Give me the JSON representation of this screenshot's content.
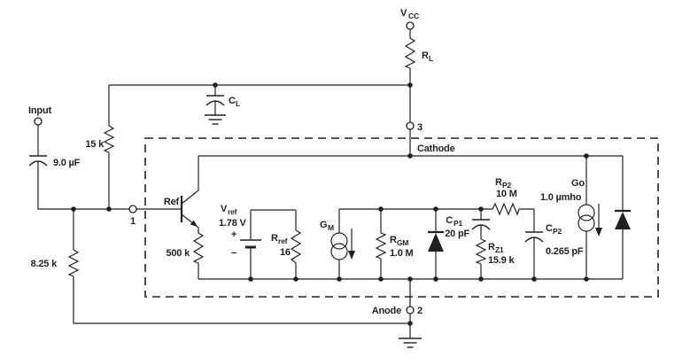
{
  "colors": {
    "ink": "#231f20",
    "background": "#ffffff"
  },
  "terminals": {
    "vcc": {
      "name": "V",
      "sub": "CC"
    },
    "input": "Input",
    "pin1": "1",
    "pin2": "2",
    "pin3": "3",
    "cathode": "Cathode",
    "anode": "Anode",
    "ref": "Ref"
  },
  "components": {
    "rl": {
      "name": "R",
      "sub": "L"
    },
    "cl": {
      "name": "C",
      "sub": "L"
    },
    "cin": {
      "value": "9.0 µF"
    },
    "r15k": {
      "value": "15 k"
    },
    "r825k": {
      "value": "8.25 k"
    },
    "r500k": {
      "value": "500 k"
    },
    "vref": {
      "name": "V",
      "sub": "ref",
      "value": "1.78 V",
      "plus": "+",
      "minus": "−"
    },
    "rref": {
      "name": "R",
      "sub": "ref",
      "value": "16"
    },
    "gm": {
      "name": "G",
      "sub": "M"
    },
    "rgm": {
      "name": "R",
      "sub": "GM",
      "value": "1.0 M"
    },
    "cp1": {
      "name": "C",
      "sub": "P1",
      "value": "20 pF"
    },
    "rz1": {
      "name": "R",
      "sub": "Z1",
      "value": "15.9 k"
    },
    "rp2": {
      "name": "R",
      "sub": "P2",
      "value": "10 M"
    },
    "cp2": {
      "name": "C",
      "sub": "P2",
      "value": "0.265 pF"
    },
    "go": {
      "name": "Go",
      "value": "1.0 µmho"
    }
  }
}
